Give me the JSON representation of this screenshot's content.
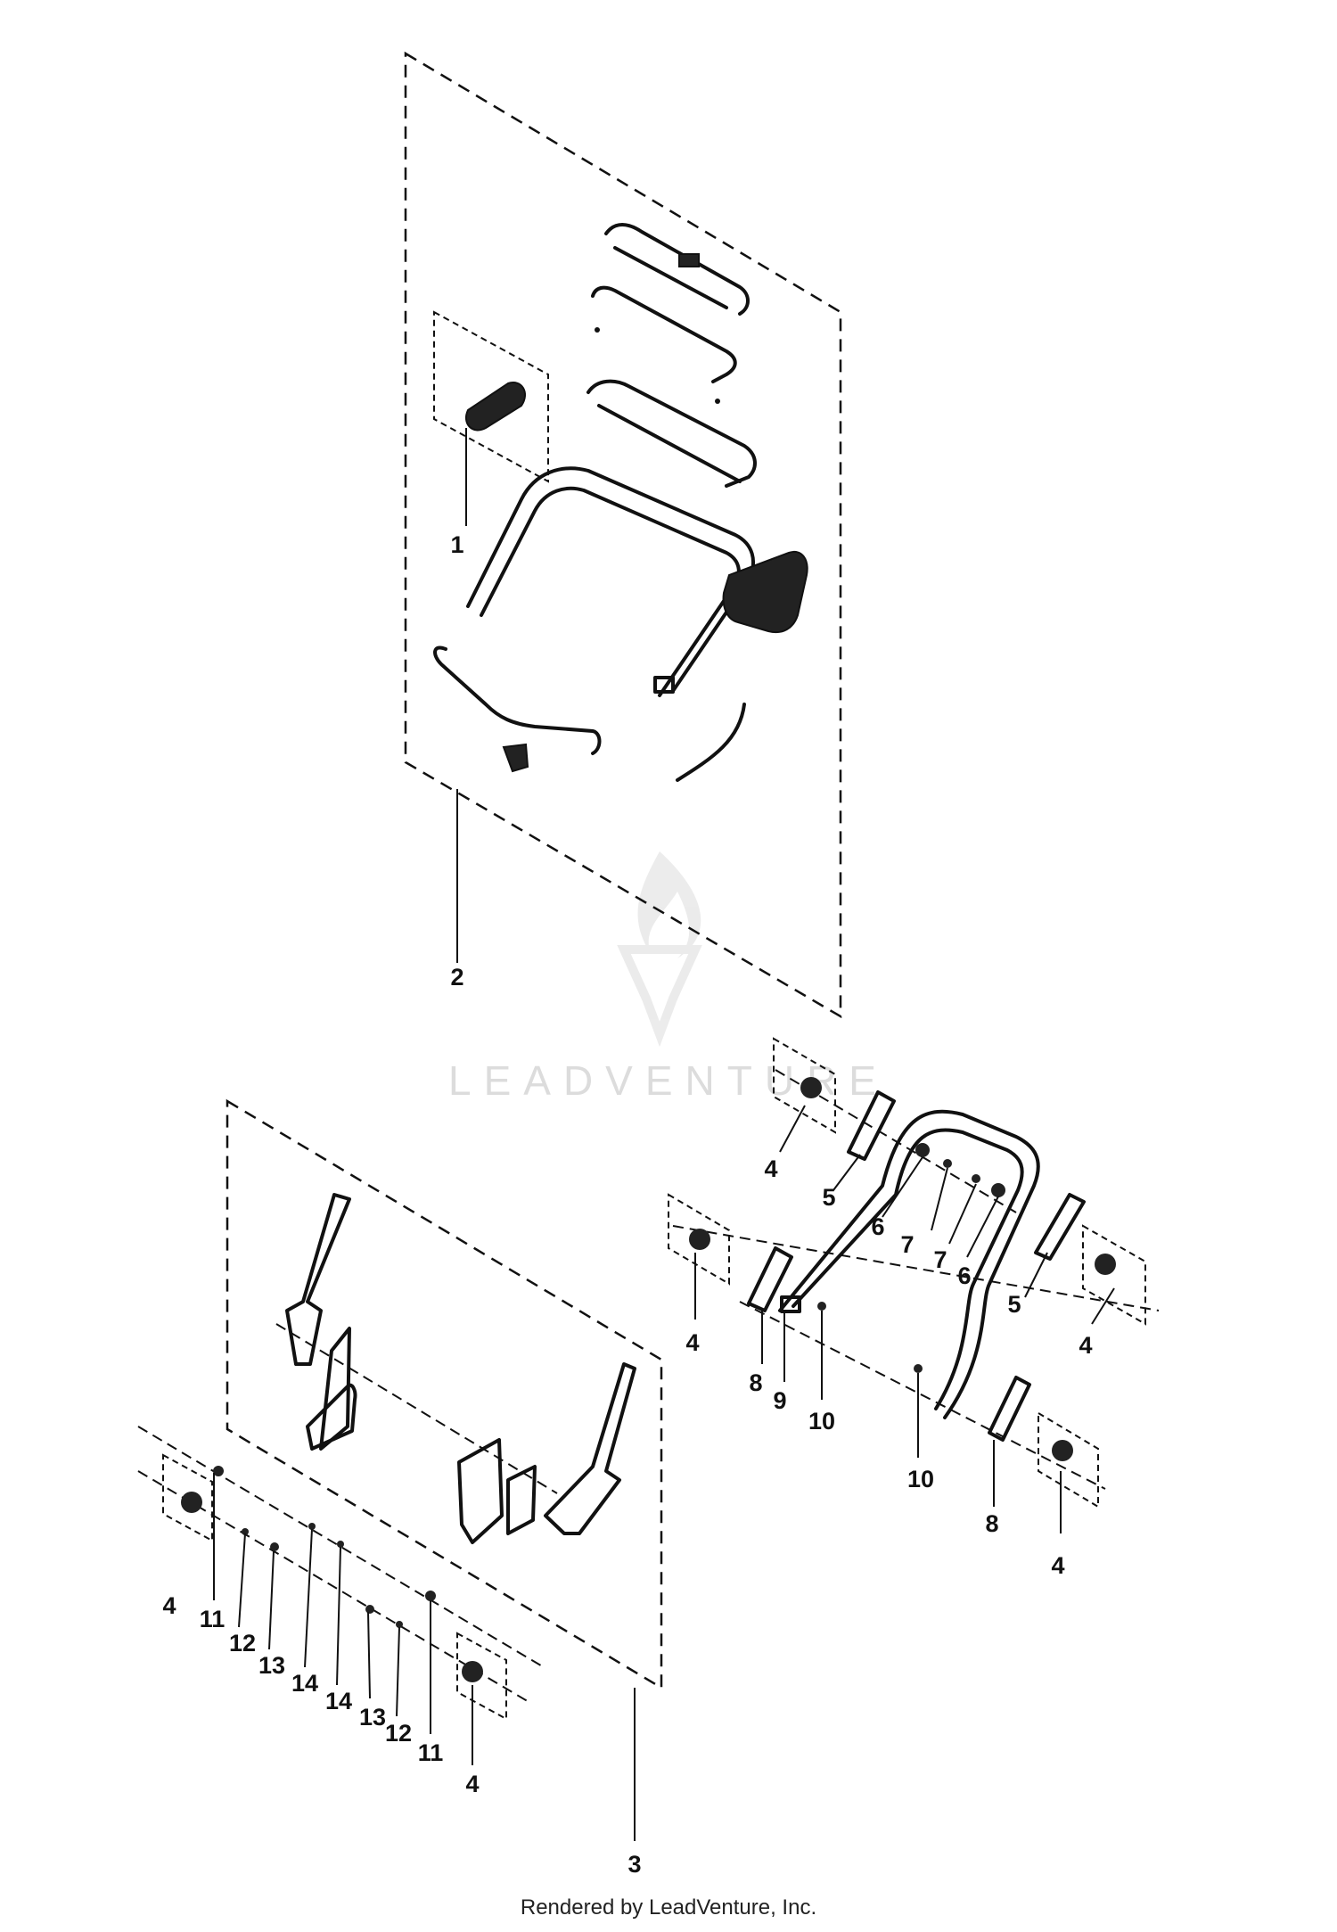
{
  "watermark": {
    "text": "LEADVENTURE",
    "color": "#dcdcdc"
  },
  "footer": {
    "text": "Rendered by LeadVenture, Inc."
  },
  "callouts": {
    "c1": "1",
    "c2": "2",
    "c3": "3",
    "c4a": "4",
    "c4b": "4",
    "c4c": "4",
    "c4d": "4",
    "c4e": "4",
    "c4f": "4",
    "c5a": "5",
    "c5b": "5",
    "c6a": "6",
    "c6b": "6",
    "c7a": "7",
    "c7b": "7",
    "c8a": "8",
    "c8b": "8",
    "c9": "9",
    "c10a": "10",
    "c10b": "10",
    "c11a": "11",
    "c11b": "11",
    "c12a": "12",
    "c12b": "12",
    "c13a": "13",
    "c13b": "13",
    "c14a": "14",
    "c14b": "14"
  },
  "icons": {
    "watermark": "leadventure-flame-v-logo",
    "parts": [
      "handle-grip",
      "throttle-control",
      "upper-handle",
      "lower-handle",
      "bail-wire",
      "console",
      "cable"
    ]
  }
}
